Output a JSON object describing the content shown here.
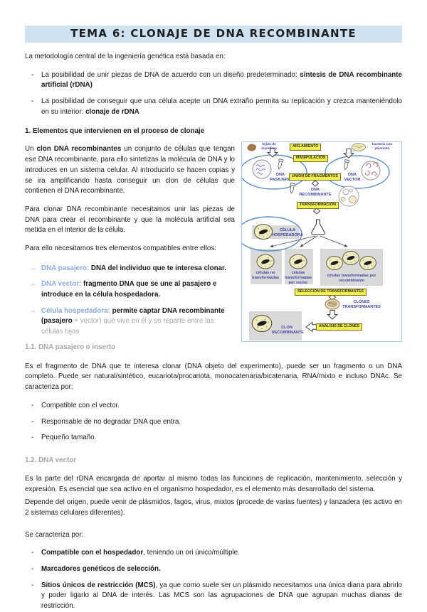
{
  "title": "TEMA 6: CLONAJE DE DNA RECOMBINANTE",
  "colors": {
    "title_highlight": "#cfe2f1",
    "arrow_label_blue": "#8faadc",
    "muted_gray": "#a6a6a6",
    "diagram_box_yellow": "#f3ef4e",
    "diagram_label_purple": "#4343a2"
  },
  "intro": {
    "lead": "La metodología central de la ingeniería genética está basada en:",
    "bullets": [
      {
        "text": "La posibilidad de unir piezas de DNA de acuerdo con un diseño predeterminado: ",
        "bold": "síntesis de DNA recombinante artificial (rDNA)"
      },
      {
        "text": "La posibilidad de conseguir que una célula acepte un DNA extraño permita su replicación y crezca manteniéndolo en su interior: ",
        "bold": "clonaje de rDNA"
      }
    ]
  },
  "section1": {
    "heading": "1. Elementos que intervienen en el proceso de clonaje",
    "p1_pre": "Un ",
    "p1_bold": "clon DNA recombinantes",
    "p1_rest": " un conjunto de células que tengan ese DNA recombinante, para ello sintetizas la molécula de DNA y lo introduces en un sistema celular. Al introducirlo se hacen copias y se ira amplificando hasta conseguir un clon de células que contienen el DNA recombinante.",
    "p2": "Para clonar DNA recombinante necesitamos unir las piezas de DNA para crear el recombinante y que la molécula artificial sea metida en el interior de la célula.",
    "p3": "Para ello necesitamos tres elementos compatibles entre ellos:",
    "items": [
      {
        "arrow": "→",
        "label": "DNA pasajero:",
        "desc": " DNA del individuo que te interesa clonar.",
        "muted": ""
      },
      {
        "arrow": "→",
        "label": "DNA vector:",
        "desc": " fragmento DNA que se une al pasajero e introduce en la célula hospedadora.",
        "muted": ""
      },
      {
        "arrow": "→",
        "label": "Célula hospedadora:",
        "desc": " permite captar DNA recombinante (pasajero ",
        "muted": "+ vector) que vive en él y se reparte entre las células hijas"
      }
    ]
  },
  "section11": {
    "heading": "1.1. DNA pasajero o inserto",
    "p1": "Es el fragmento de DNA que te interesa clonar (DNA objeto del experimento), puede ser un fragmento o un DNA completo. Puede ser natural/sintético, eucariota/procariota, monocatenaria/bicatenaria, RNA/mixto e incluso DNAc. Se caracteriza por:",
    "bullets": [
      "Compatible con el vector.",
      "Responsable de no degradar DNA que entra.",
      "Pequeño tamaño."
    ]
  },
  "section12": {
    "heading": "1.2. DNA vector",
    "p1": "Es la parte del rDNA encargada de aportar al mismo todas las funciones de replicación, mantenimiento, selección y expresión. Es esencial que sea activo en el organismo hospedador, es el elemento más desarrollado del sistema.",
    "p2": "Depende del origen, puede venir de plásmidos, fagos, virus, mixtos (procede de varias fuentes) y lanzadera (es activo en 2 sistemas celulares diferentes).",
    "p3": "Se caracteriza por:",
    "bullets": [
      {
        "bold": "Compatible con el hospedador",
        "rest": ", teniendo un ori único/múltiple."
      },
      {
        "bold": "Marcadores genéticos de selección.",
        "rest": ""
      },
      {
        "bold": "Sitios únicos de restricción (MCS)",
        "rest": ", ya que como suele ser un plásmido necesitamos una única diana para abrirlo y poder ligarlo al DNA de interés. Las MCS son las agrupaciones de DNA que agrupan muchas dianas de restricción."
      }
    ]
  },
  "diagram": {
    "labels": {
      "tissue": "tejido de mamífero",
      "bacteria": "bacteria con plásmido",
      "aislamiento": "AISLAMIENTO",
      "manipulacion": "MANIPULACIÓN",
      "union_fragmentos": "UNIÓN DE FRAGMENTOS",
      "dna_pasajero": "DNA PASAJERO",
      "dna_vector": "DNA VECTOR",
      "dna_recombinante": "DNA RECOMBINANTE",
      "transformacion": "TRANSFORMACIÓN",
      "celula_hospedadora": "CÉLULA HOSPEDADORA",
      "celulas_no_transformadas": "células no transformadas",
      "celulas_transformadas_vector": "células transformadas por vector",
      "celulas_transformadas_recombinante": "células transformadas por recombinante",
      "seleccion_transformantes": "SELECCIÓN DE TRANSFORMANTES",
      "clones_transformantes": "CLONES TRANSFORMANTES",
      "analisis_clones": "ANÁLISIS DE CLONES",
      "clon_recombinante": "CLON RECOMBINANTE"
    }
  }
}
